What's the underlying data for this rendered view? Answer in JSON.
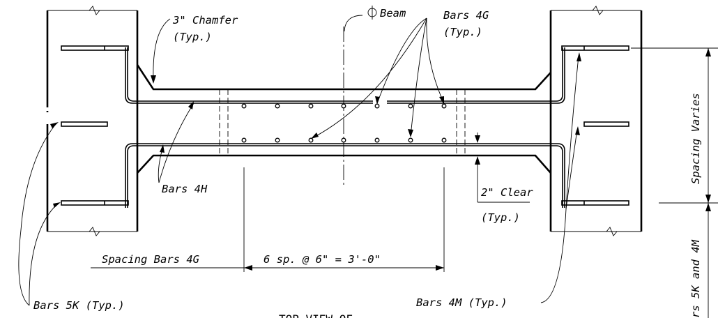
{
  "labels": {
    "chamfer": "3\" Chamfer",
    "chamfer_typ": "(Typ.)",
    "cl_beam": "Beam",
    "bars_4g": "Bars 4G",
    "bars_4g_typ": "(Typ.)",
    "bars_4h": "Bars 4H",
    "clear": "2\" Clear",
    "clear_typ": "(Typ.)",
    "spacing_bars_4g": "Spacing Bars 4G",
    "six_sp": "6 sp. @ 6\" = 3'-0\"",
    "bars_5k": "Bars 5K (Typ.)",
    "bars_4m": "Bars 4M (Typ.)",
    "spacing_varies": "Spacing Varies",
    "bars_5k_4m_partial": "rs 5K and 4M",
    "title_partial": "TOP VIEW OF"
  }
}
